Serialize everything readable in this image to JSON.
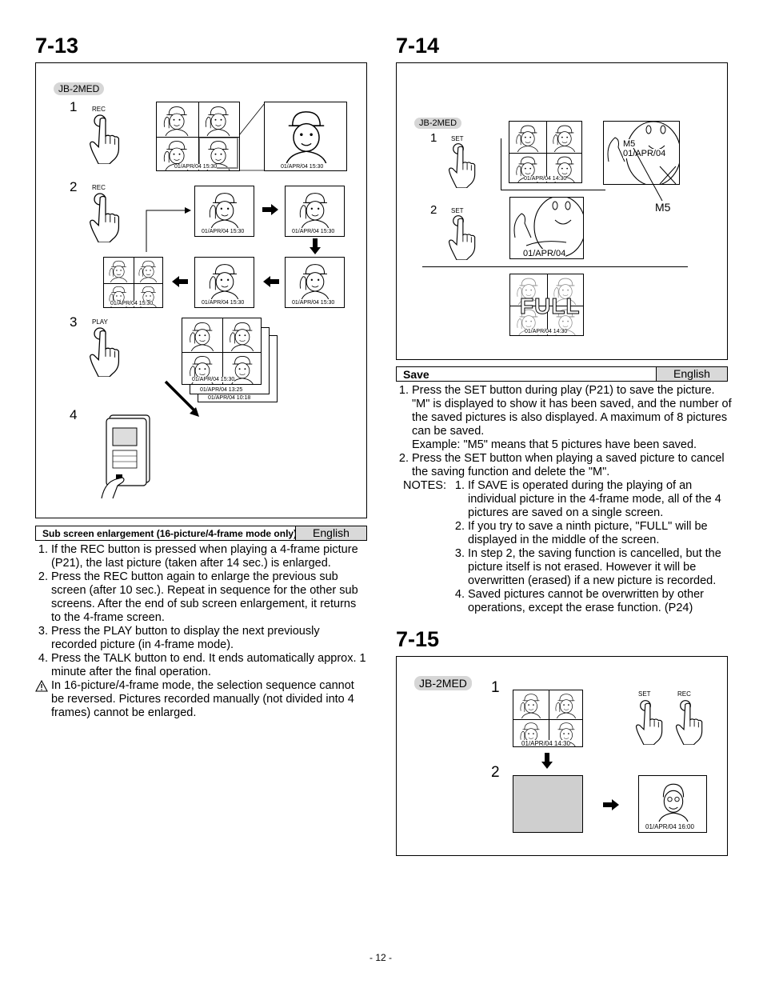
{
  "page_number": "- 12 -",
  "model": "JB-2MED",
  "buttons": {
    "rec": "REC",
    "play": "PLAY",
    "set": "SET"
  },
  "s713": {
    "title": "7-13",
    "steps": [
      "1",
      "2",
      "3",
      "4"
    ],
    "ts_1530": "01/APR/04  15:30",
    "ts_1325": "01/APR/04  13:25",
    "ts_1018": "01/APR/04  10:18",
    "bar_label": "Sub screen enlargement (16-picture/4-frame mode only)",
    "lang": "English",
    "items": [
      "If the REC button is pressed when playing a 4-frame picture (P21), the last picture (taken after 14 sec.) is enlarged.",
      "Press the REC button again to enlarge the previous sub screen (after 10 sec.). Repeat in sequence for the other sub screens. After the end of sub screen enlargement, it returns to the 4-frame screen.",
      "Press the PLAY button to display the next previously recorded picture (in 4-frame mode).",
      "Press the TALK button to end. It ends automatically approx. 1 minute after the final operation."
    ],
    "caution": "In 16-picture/4-frame mode, the selection sequence cannot be reversed. Pictures recorded manually (not divided into 4 frames) cannot be enlarged."
  },
  "s714": {
    "title": "7-14",
    "steps": [
      "1",
      "2"
    ],
    "ts": "01/APR/04 14:30",
    "ts_big": "01/APR/04",
    "m5": "M5",
    "full": "FULL",
    "bar_label": "Save",
    "lang": "English",
    "items": [
      "Press the SET button during play (P21) to save the picture. \"M\" is displayed to show it has been saved, and the number of the saved pictures is also displayed. A maximum of 8 pictures can be saved.",
      "Press the SET button when playing a saved picture to cancel the saving function and delete the \"M\"."
    ],
    "example": "Example: \"M5\" means that 5 pictures have been saved.",
    "notes_label": "NOTES:",
    "notes": [
      "If SAVE is operated during the playing of an individual picture in the 4-frame mode, all of the 4 pictures are saved on a single screen.",
      "If you try to save a ninth picture, \"FULL\" will be displayed in the middle of the screen.",
      "In step 2, the saving function is cancelled, but the picture itself is not erased. However it will be overwritten (erased) if a new picture is recorded.",
      "Saved pictures cannot be overwritten by other operations, except the erase function. (P24)"
    ]
  },
  "s715": {
    "title": "7-15",
    "steps": [
      "1",
      "2"
    ],
    "ts_1430": "01/APR/04 14:30",
    "ts_1600": "01/APR/04 16:00"
  }
}
